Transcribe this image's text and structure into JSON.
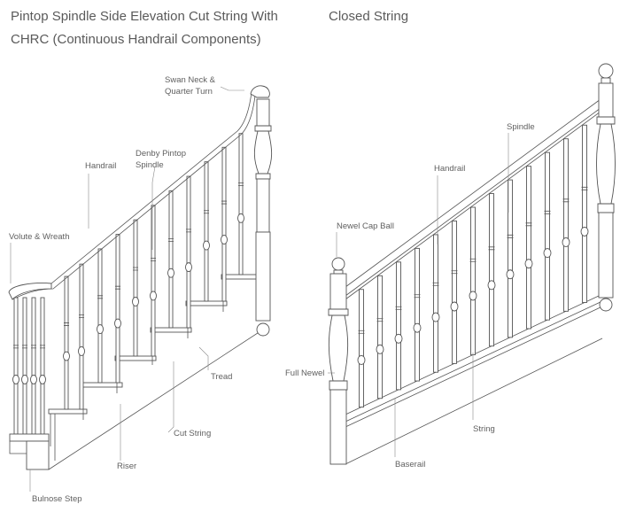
{
  "left": {
    "title": "Pintop Spindle Side Elevation Cut String With CHRC (Continuous Handrail Components)",
    "labels": {
      "swan_neck_1": "Swan Neck &",
      "swan_neck_2": "Quarter Turn",
      "denby_1": "Denby Pintop",
      "denby_2": "Spindle",
      "handrail": "Handrail",
      "volute": "Volute & Wreath",
      "tread": "Tread",
      "cut_string": "Cut String",
      "riser": "Riser",
      "bulnose": "Bulnose Step"
    }
  },
  "right": {
    "title": "Closed String",
    "labels": {
      "spindle": "Spindle",
      "handrail": "Handrail",
      "newel_cap": "Newel Cap Ball",
      "full_newel": "Full Newel",
      "string": "String",
      "baserail": "Baserail"
    }
  }
}
